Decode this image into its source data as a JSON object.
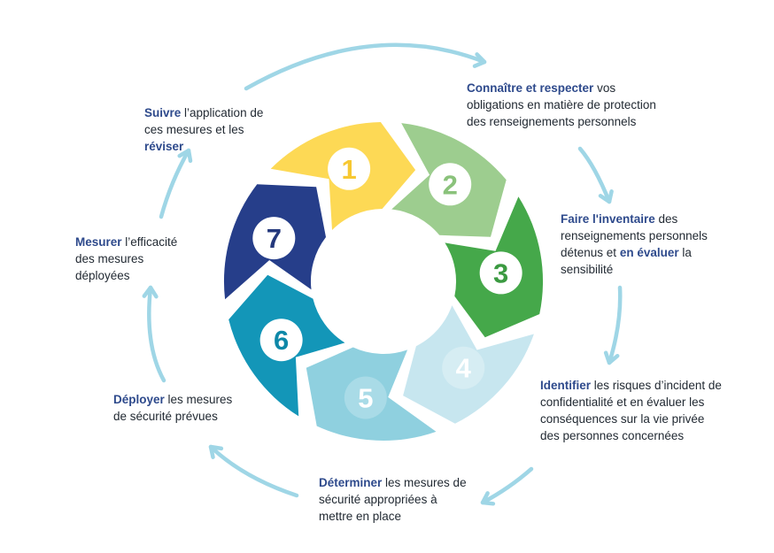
{
  "steps": [
    {
      "number": "1",
      "color": "#fdd955",
      "circle": "#ffffff",
      "numColor": "#f7c832",
      "parts": [
        {
          "t": "Connaître et respecter",
          "b": true
        },
        {
          "t": " vos obligations en matière de protection des renseignements personnels",
          "b": false
        }
      ]
    },
    {
      "number": "2",
      "color": "#9dcd8f",
      "circle": "#ffffff",
      "numColor": "#8ac27b",
      "parts": [
        {
          "t": "Faire l'inventaire",
          "b": true
        },
        {
          "t": " des renseignements personnels détenus et ",
          "b": false
        },
        {
          "t": "en évaluer",
          "b": true
        },
        {
          "t": " la sensibilité",
          "b": false
        }
      ]
    },
    {
      "number": "3",
      "color": "#45a84a",
      "circle": "#ffffff",
      "numColor": "#3b9a41",
      "parts": [
        {
          "t": "Identifier",
          "b": true
        },
        {
          "t": " les risques d’incident de confidentialité et en évaluer les conséquences sur la vie privée des personnes concernées",
          "b": false
        }
      ]
    },
    {
      "number": "4",
      "color": "#c7e6ef",
      "circle": "#d6edf3",
      "numColor": "#ffffff",
      "parts": [
        {
          "t": "Déterminer",
          "b": true
        },
        {
          "t": " les mesures de sécurité appropriées à mettre en place",
          "b": false
        }
      ]
    },
    {
      "number": "5",
      "color": "#8fd0df",
      "circle": "#a9dbe7",
      "numColor": "#ffffff",
      "parts": [
        {
          "t": "Déployer",
          "b": true
        },
        {
          "t": " les mesures de sécurité prévues",
          "b": false
        }
      ]
    },
    {
      "number": "6",
      "color": "#1396b8",
      "circle": "#ffffff",
      "numColor": "#0e88a8",
      "parts": [
        {
          "t": "Mesurer",
          "b": true
        },
        {
          "t": " l’efficacité des mesures déployées",
          "b": false
        }
      ]
    },
    {
      "number": "7",
      "color": "#263e8a",
      "circle": "#ffffff",
      "numColor": "#24387c",
      "parts": [
        {
          "t": "Suivre",
          "b": true
        },
        {
          "t": " l’application de ces mesures et les ",
          "b": false
        },
        {
          "t": "réviser",
          "b": true
        }
      ]
    }
  ],
  "colors": {
    "arrow": "#9fd6e6",
    "highlight": "#2e4a8c",
    "text": "#222a33"
  }
}
